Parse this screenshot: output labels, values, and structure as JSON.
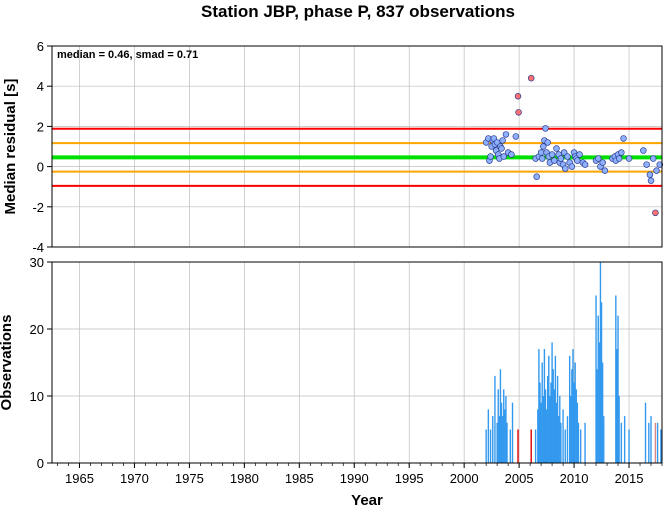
{
  "chart_data": [
    {
      "type": "scatter",
      "title": "Station JBP, phase P, 837 observations",
      "xlabel": "",
      "ylabel": "Median residual [s]",
      "annotation": "median = 0.46, smad = 0.71",
      "xlim": [
        1962.5,
        2018
      ],
      "ylim": [
        -4,
        6
      ],
      "x_ticks": [
        "1965",
        "1970",
        "1975",
        "1980",
        "1985",
        "1990",
        "1995",
        "2000",
        "2005",
        "2010",
        "2015"
      ],
      "y_ticks": [
        "-4",
        "-2",
        "0",
        "2",
        "4",
        "6"
      ],
      "grid": true,
      "reference_lines": [
        {
          "value": 0.46,
          "color": "#00e000",
          "role": "median"
        },
        {
          "value": 1.17,
          "color": "#ffa500",
          "role": "median + smad"
        },
        {
          "value": -0.25,
          "color": "#ffa500",
          "role": "median - smad"
        },
        {
          "value": 1.88,
          "color": "#ff0000",
          "role": "median + 2 smad"
        },
        {
          "value": -0.96,
          "color": "#ff0000",
          "role": "median - 2 smad"
        }
      ],
      "series": [
        {
          "color": "#8fb0ff",
          "points": [
            [
              2002.0,
              1.2
            ],
            [
              2002.2,
              1.4
            ],
            [
              2002.3,
              0.3
            ],
            [
              2002.4,
              0.5
            ],
            [
              2002.5,
              1.0
            ],
            [
              2002.6,
              1.3
            ],
            [
              2002.7,
              1.4
            ],
            [
              2002.8,
              1.1
            ],
            [
              2002.9,
              0.8
            ],
            [
              2003.0,
              1.2
            ],
            [
              2003.1,
              0.6
            ],
            [
              2003.2,
              0.4
            ],
            [
              2003.3,
              1.0
            ],
            [
              2003.4,
              0.9
            ],
            [
              2003.5,
              1.3
            ],
            [
              2003.6,
              0.5
            ],
            [
              2003.8,
              1.6
            ],
            [
              2004.0,
              0.7
            ],
            [
              2004.3,
              0.6
            ],
            [
              2004.7,
              1.5
            ],
            [
              2006.5,
              0.4
            ],
            [
              2006.6,
              -0.5
            ],
            [
              2006.8,
              0.5
            ],
            [
              2007.0,
              0.7
            ],
            [
              2007.1,
              0.4
            ],
            [
              2007.2,
              1.0
            ],
            [
              2007.3,
              1.3
            ],
            [
              2007.4,
              1.9
            ],
            [
              2007.5,
              0.7
            ],
            [
              2007.6,
              1.2
            ],
            [
              2007.7,
              0.5
            ],
            [
              2007.8,
              0.2
            ],
            [
              2008.0,
              0.6
            ],
            [
              2008.2,
              0.3
            ],
            [
              2008.4,
              0.9
            ],
            [
              2008.6,
              0.6
            ],
            [
              2008.7,
              0.2
            ],
            [
              2008.8,
              0.4
            ],
            [
              2009.0,
              0.1
            ],
            [
              2009.1,
              0.7
            ],
            [
              2009.2,
              -0.1
            ],
            [
              2009.4,
              0.5
            ],
            [
              2009.6,
              0.2
            ],
            [
              2009.8,
              0.0
            ],
            [
              2010.0,
              0.7
            ],
            [
              2010.1,
              0.5
            ],
            [
              2010.2,
              0.4
            ],
            [
              2010.3,
              0.3
            ],
            [
              2010.5,
              0.6
            ],
            [
              2010.8,
              0.2
            ],
            [
              2011.0,
              0.1
            ],
            [
              2012.0,
              0.3
            ],
            [
              2012.2,
              0.4
            ],
            [
              2012.4,
              0.0
            ],
            [
              2012.6,
              0.2
            ],
            [
              2012.8,
              -0.2
            ],
            [
              2013.5,
              0.4
            ],
            [
              2013.7,
              0.5
            ],
            [
              2013.8,
              0.3
            ],
            [
              2014.0,
              0.6
            ],
            [
              2014.1,
              0.4
            ],
            [
              2014.3,
              0.7
            ],
            [
              2014.5,
              1.4
            ],
            [
              2015.0,
              0.4
            ],
            [
              2016.3,
              0.8
            ],
            [
              2016.6,
              0.1
            ],
            [
              2016.9,
              -0.4
            ],
            [
              2017.0,
              -0.7
            ],
            [
              2017.2,
              0.4
            ],
            [
              2017.5,
              -0.2
            ],
            [
              2017.8,
              0.1
            ]
          ]
        },
        {
          "color": "#ff7070",
          "points": [
            [
              2004.9,
              3.5
            ],
            [
              2004.95,
              2.7
            ],
            [
              2006.1,
              4.4
            ],
            [
              2017.4,
              -2.3
            ]
          ]
        }
      ]
    },
    {
      "type": "bar",
      "xlabel": "Year",
      "ylabel": "Observations",
      "xlim": [
        1962.5,
        2018
      ],
      "ylim": [
        0,
        30
      ],
      "x_ticks": [
        "1965",
        "1970",
        "1975",
        "1980",
        "1985",
        "1990",
        "1995",
        "2000",
        "2005",
        "2010",
        "2015"
      ],
      "y_ticks": [
        "0",
        "10",
        "20",
        "30"
      ],
      "grid": true,
      "series": [
        {
          "color": "#3399ee",
          "bars": [
            [
              2002.0,
              5
            ],
            [
              2002.2,
              8
            ],
            [
              2002.4,
              5
            ],
            [
              2002.6,
              7
            ],
            [
              2002.8,
              13
            ],
            [
              2003.0,
              6
            ],
            [
              2003.1,
              11
            ],
            [
              2003.2,
              7
            ],
            [
              2003.3,
              14
            ],
            [
              2003.4,
              9
            ],
            [
              2003.5,
              7
            ],
            [
              2003.6,
              11
            ],
            [
              2003.7,
              8
            ],
            [
              2003.8,
              10
            ],
            [
              2003.9,
              6
            ],
            [
              2004.2,
              5
            ],
            [
              2004.4,
              9
            ],
            [
              2006.5,
              5
            ],
            [
              2006.7,
              8
            ],
            [
              2006.8,
              17
            ],
            [
              2006.9,
              12
            ],
            [
              2007.0,
              9
            ],
            [
              2007.1,
              15
            ],
            [
              2007.2,
              10
            ],
            [
              2007.3,
              17
            ],
            [
              2007.4,
              11
            ],
            [
              2007.5,
              8
            ],
            [
              2007.6,
              13
            ],
            [
              2007.7,
              16
            ],
            [
              2007.8,
              10
            ],
            [
              2007.9,
              12
            ],
            [
              2008.0,
              18
            ],
            [
              2008.1,
              14
            ],
            [
              2008.2,
              11
            ],
            [
              2008.3,
              16
            ],
            [
              2008.4,
              9
            ],
            [
              2008.5,
              13
            ],
            [
              2008.6,
              7
            ],
            [
              2008.7,
              10
            ],
            [
              2008.8,
              6
            ],
            [
              2009.0,
              8
            ],
            [
              2009.2,
              5
            ],
            [
              2009.4,
              7
            ],
            [
              2009.6,
              16
            ],
            [
              2009.7,
              10
            ],
            [
              2009.8,
              14
            ],
            [
              2009.9,
              17
            ],
            [
              2010.0,
              12
            ],
            [
              2010.1,
              15
            ],
            [
              2010.2,
              11
            ],
            [
              2010.3,
              9
            ],
            [
              2010.4,
              6
            ],
            [
              2010.6,
              5
            ],
            [
              2011.0,
              6
            ],
            [
              2012.0,
              25
            ],
            [
              2012.1,
              14
            ],
            [
              2012.2,
              22
            ],
            [
              2012.3,
              18
            ],
            [
              2012.4,
              30
            ],
            [
              2012.5,
              24
            ],
            [
              2012.6,
              15
            ],
            [
              2012.7,
              7
            ],
            [
              2013.8,
              25
            ],
            [
              2013.9,
              17
            ],
            [
              2014.0,
              22
            ],
            [
              2014.1,
              10
            ],
            [
              2014.3,
              6
            ],
            [
              2014.6,
              7
            ],
            [
              2015.0,
              5
            ],
            [
              2016.5,
              9
            ],
            [
              2016.8,
              6
            ],
            [
              2017.0,
              7
            ],
            [
              2017.6,
              6
            ],
            [
              2017.9,
              5
            ]
          ]
        },
        {
          "color": "#dd0000",
          "bars": [
            [
              2004.9,
              5
            ],
            [
              2006.1,
              5
            ]
          ]
        },
        {
          "color": "#dd8888",
          "bars": [
            [
              2017.4,
              6
            ]
          ]
        }
      ]
    }
  ]
}
